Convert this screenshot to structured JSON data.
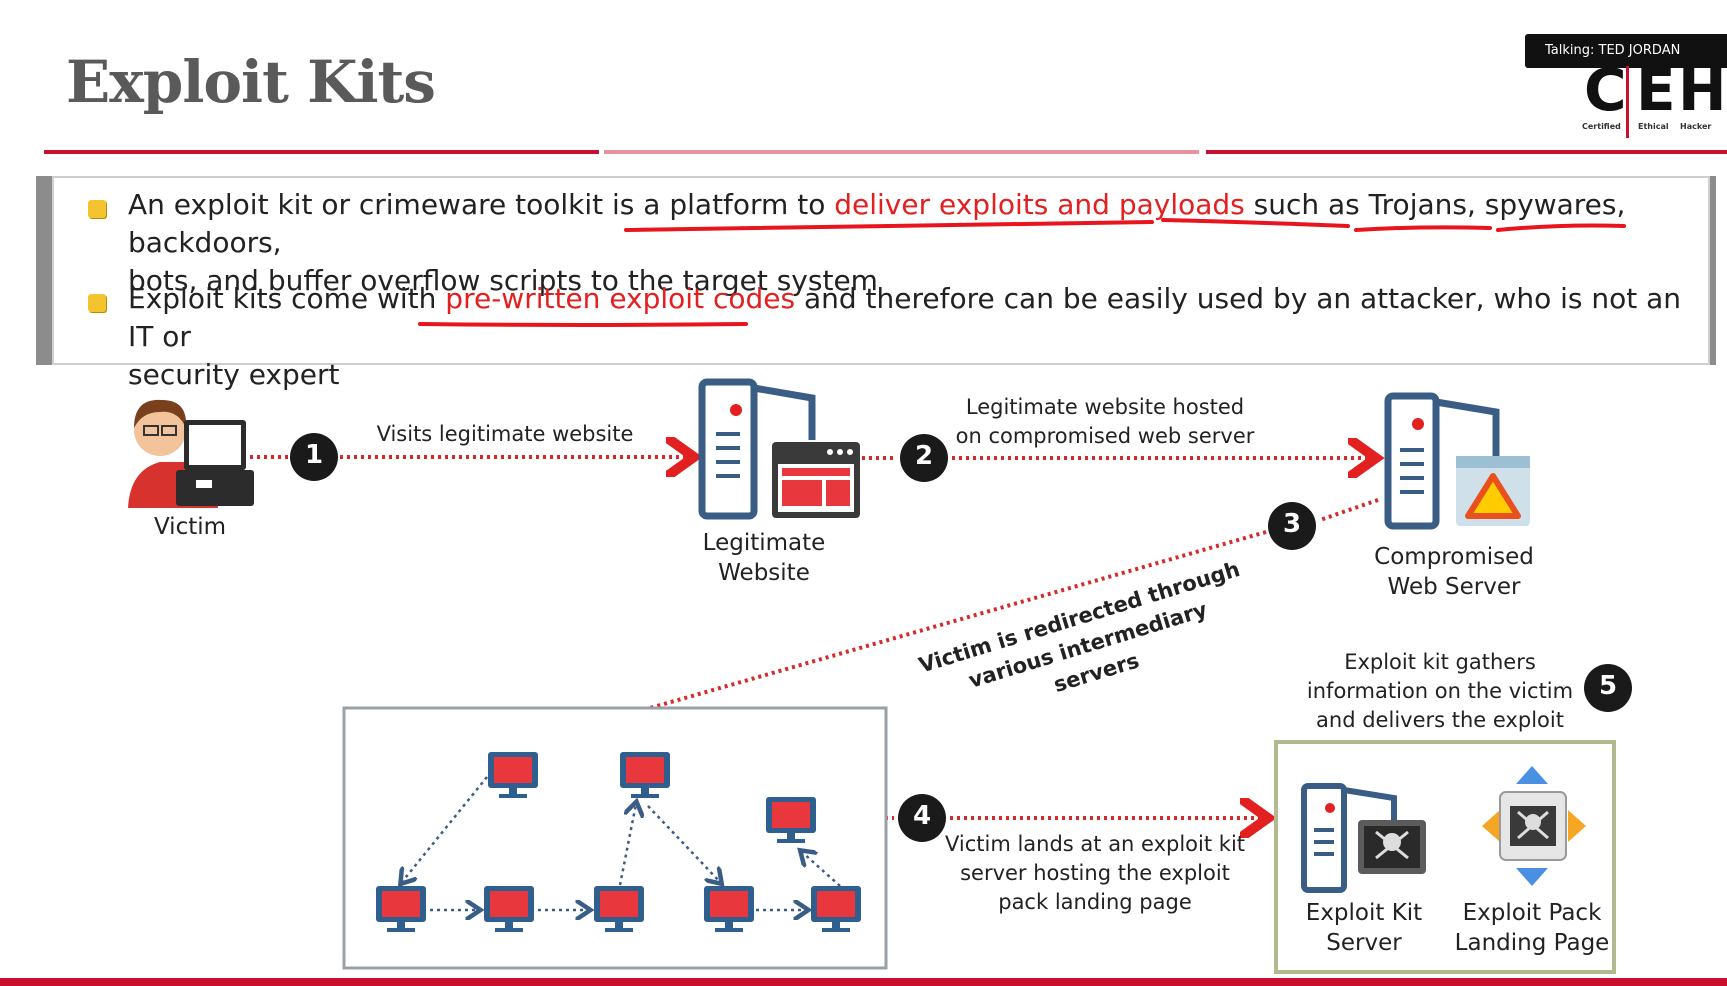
{
  "overlay": {
    "talking": "Talking: TED JORDAN"
  },
  "slide": {
    "title": "Exploit Kits"
  },
  "logo": {
    "letters": [
      "C",
      "E",
      "H"
    ],
    "words": [
      "Certified",
      "Ethical",
      "Hacker"
    ]
  },
  "bullets": [
    {
      "line1_a": "An exploit kit or crimeware toolkit is a platform to ",
      "line1_b": "deliver exploits and payloads",
      "line1_c": " such as Trojans, spywares, backdoors,",
      "line2": "bots, and buffer overflow scripts to the target system"
    },
    {
      "line1_a": "Exploit kits come with ",
      "line1_b": "pre-written exploit codes",
      "line1_c": " and therefore can be easily used by an attacker, who is not an IT or",
      "line2": "security expert"
    }
  ],
  "diagram": {
    "nodes": {
      "victim": "Victim",
      "legit_1": "Legitimate",
      "legit_2": "Website",
      "comp_1": "Compromised",
      "comp_2": "Web Server",
      "ek_server_1": "Exploit Kit",
      "ek_server_2": "Server",
      "ek_landing_1": "Exploit Pack",
      "ek_landing_2": "Landing Page"
    },
    "steps": {
      "n1": "1",
      "n2": "2",
      "n3": "3",
      "n4": "4",
      "n5": "5",
      "s1": "Visits legitimate website",
      "s2_1": "Legitimate website hosted",
      "s2_2": "on compromised web server",
      "s3_1": "Victim is redirected through",
      "s3_2": "various intermediary servers",
      "s4_1": "Victim lands at an exploit kit",
      "s4_2": "server hosting the exploit",
      "s4_3": "pack landing  page",
      "s5_1": "Exploit kit gathers",
      "s5_2": "information on the victim",
      "s5_3": "and delivers the exploit"
    }
  },
  "colors": {
    "accent_red": "#e32020",
    "brand_red": "#c8102e",
    "navy": "#3a5d85",
    "monitor_red": "#e8383d"
  }
}
